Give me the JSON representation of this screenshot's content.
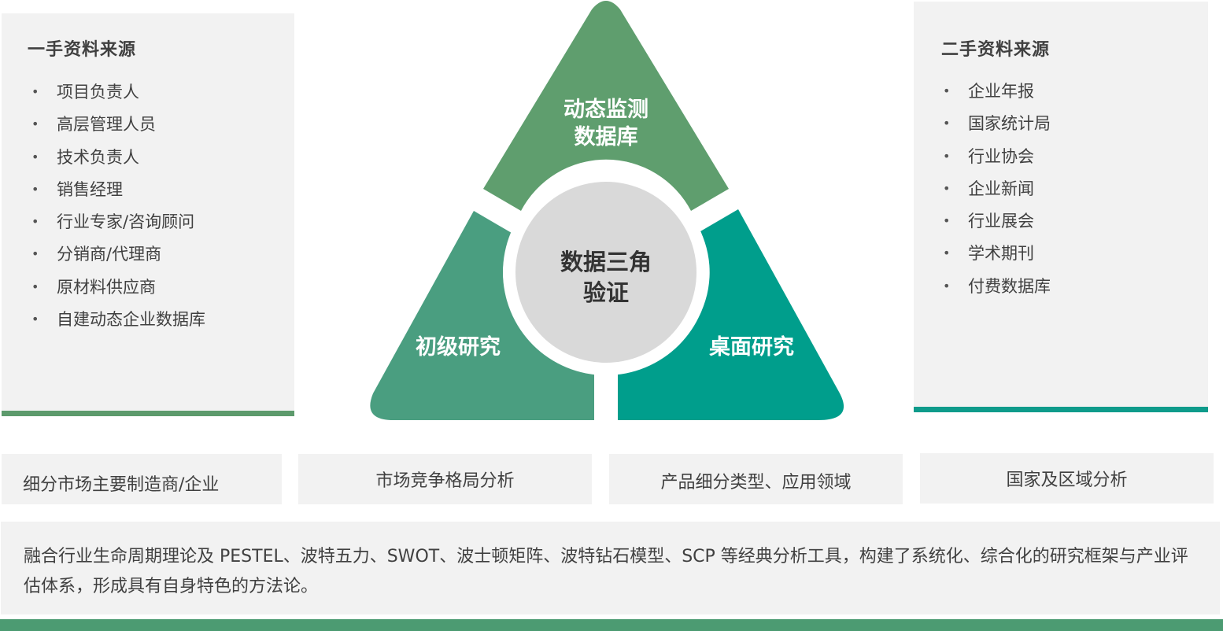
{
  "left_panel": {
    "title": "一手资料来源",
    "items": [
      "项目负责人",
      "高层管理人员",
      "技术负责人",
      "销售经理",
      "行业专家/咨询顾问",
      "分销商/代理商",
      "原材料供应商",
      "自建动态企业数据库"
    ]
  },
  "right_panel": {
    "title": "二手资料来源",
    "items": [
      "企业年报",
      "国家统计局",
      "行业协会",
      "企业新闻",
      "行业展会",
      "学术期刊",
      "付费数据库"
    ]
  },
  "triangle": {
    "top_label_line1": "动态监测",
    "top_label_line2": "数据库",
    "left_label": "初级研究",
    "right_label": "桌面研究",
    "center_line1": "数据三角",
    "center_line2": "验证",
    "colors": {
      "top": "#5f9e6e",
      "left": "#4a9e80",
      "right": "#009e8c",
      "center": "#d9d9d9"
    }
  },
  "tags": [
    "细分市场主要制造商/企业",
    "市场竞争格局分析",
    "产品细分类型、应用领域",
    "国家及区域分析"
  ],
  "footer": {
    "text": "融合行业生命周期理论及 PESTEL、波特五力、SWOT、波士顿矩阵、波特钻石模型、SCP 等经典分析工具，构建了系统化、综合化的研究框架与产业评估体系，形成具有自身特色的方法论。"
  },
  "colors": {
    "left_accent": "#5d9a6c",
    "right_accent": "#0e9b8b",
    "footer_bar": "#4c9b72",
    "panel_bg": "#f2f2f2"
  }
}
